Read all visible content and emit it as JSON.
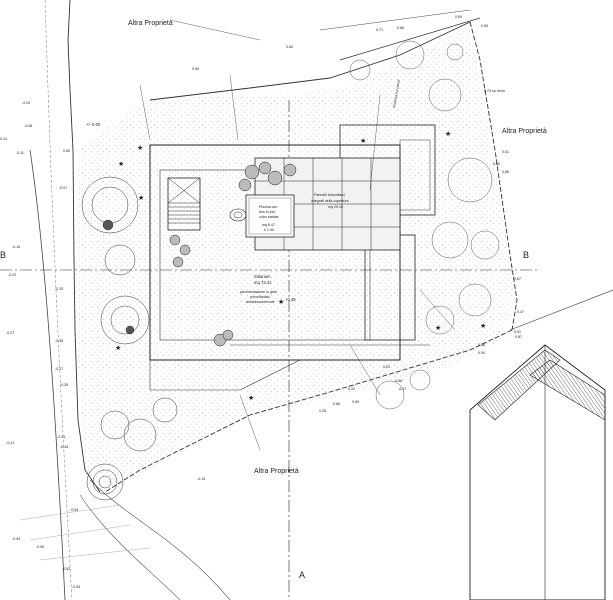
{
  "labels": {
    "property_north": "Altra Proprietà",
    "property_east": "Altra Proprietà",
    "property_south": "Altra Proprietà",
    "solarium": "Solarium",
    "solarium_area": "mq 73.41",
    "pool_1": "Piscina con",
    "pool_2": "telo in pvc",
    "pool_3": "color sabbia",
    "pool_4": "mq 6.47",
    "pool_5": "h 1.00",
    "panels_1": "Pannelli fotovoltaici",
    "panels_2": "integrati nella copertura",
    "panels_3": "mq 29.10",
    "paving_1": "pavimentazione in gres",
    "paving_2": "porcellanato",
    "paving_3": "antisdrucciolevole",
    "spot_level": "+0.39",
    "section_a": "A",
    "section_b_left": "B",
    "section_b_right": "B",
    "terrace_level": "+/- 0.00",
    "wall_height": "0.79 su muro",
    "wall_distance": "distanza tra pareti"
  },
  "elevations": {
    "top_1": "0.71",
    "top_2": "0.66",
    "top_3": "0.69",
    "top_4": "0.65",
    "top_5": "0.60",
    "top_6": "0.59",
    "right_1": "0.61",
    "right_2": "0.60",
    "right_3": "0.66",
    "right_4": "0.67",
    "right_5": "0.47",
    "right_6": "0.51",
    "right_7": "0.56",
    "right_8": "0.54",
    "left_1": "-0.03",
    "left_2": "-0.08",
    "left_3": "0.14",
    "left_4": "-0.11",
    "left_5": "0.80",
    "left_6": "-0.07",
    "left_7": "-0.16",
    "left_8": "-0.22",
    "left_9": "-0.25",
    "left_10": "-0.27",
    "left_11": "-0.38",
    "left_12": "-0.27",
    "left_13": "-0.35",
    "left_14": "-0.41",
    "left_15": "-0.41",
    "left_16": "-0.45",
    "left_17": "-0.54",
    "left_18": "-0.54",
    "left_19": "-0.56",
    "left_20": "-0.52",
    "left_21": "-0.54",
    "bottom_1": "0.22",
    "bottom_2": "0.25",
    "bottom_3": "0.66",
    "bottom_4": "0.69",
    "bottom_5": "-0.17",
    "bottom_6": "-0.15",
    "bottom_7": "0.68",
    "bottom_8": "0.87",
    "bottom_9": "0.93"
  }
}
